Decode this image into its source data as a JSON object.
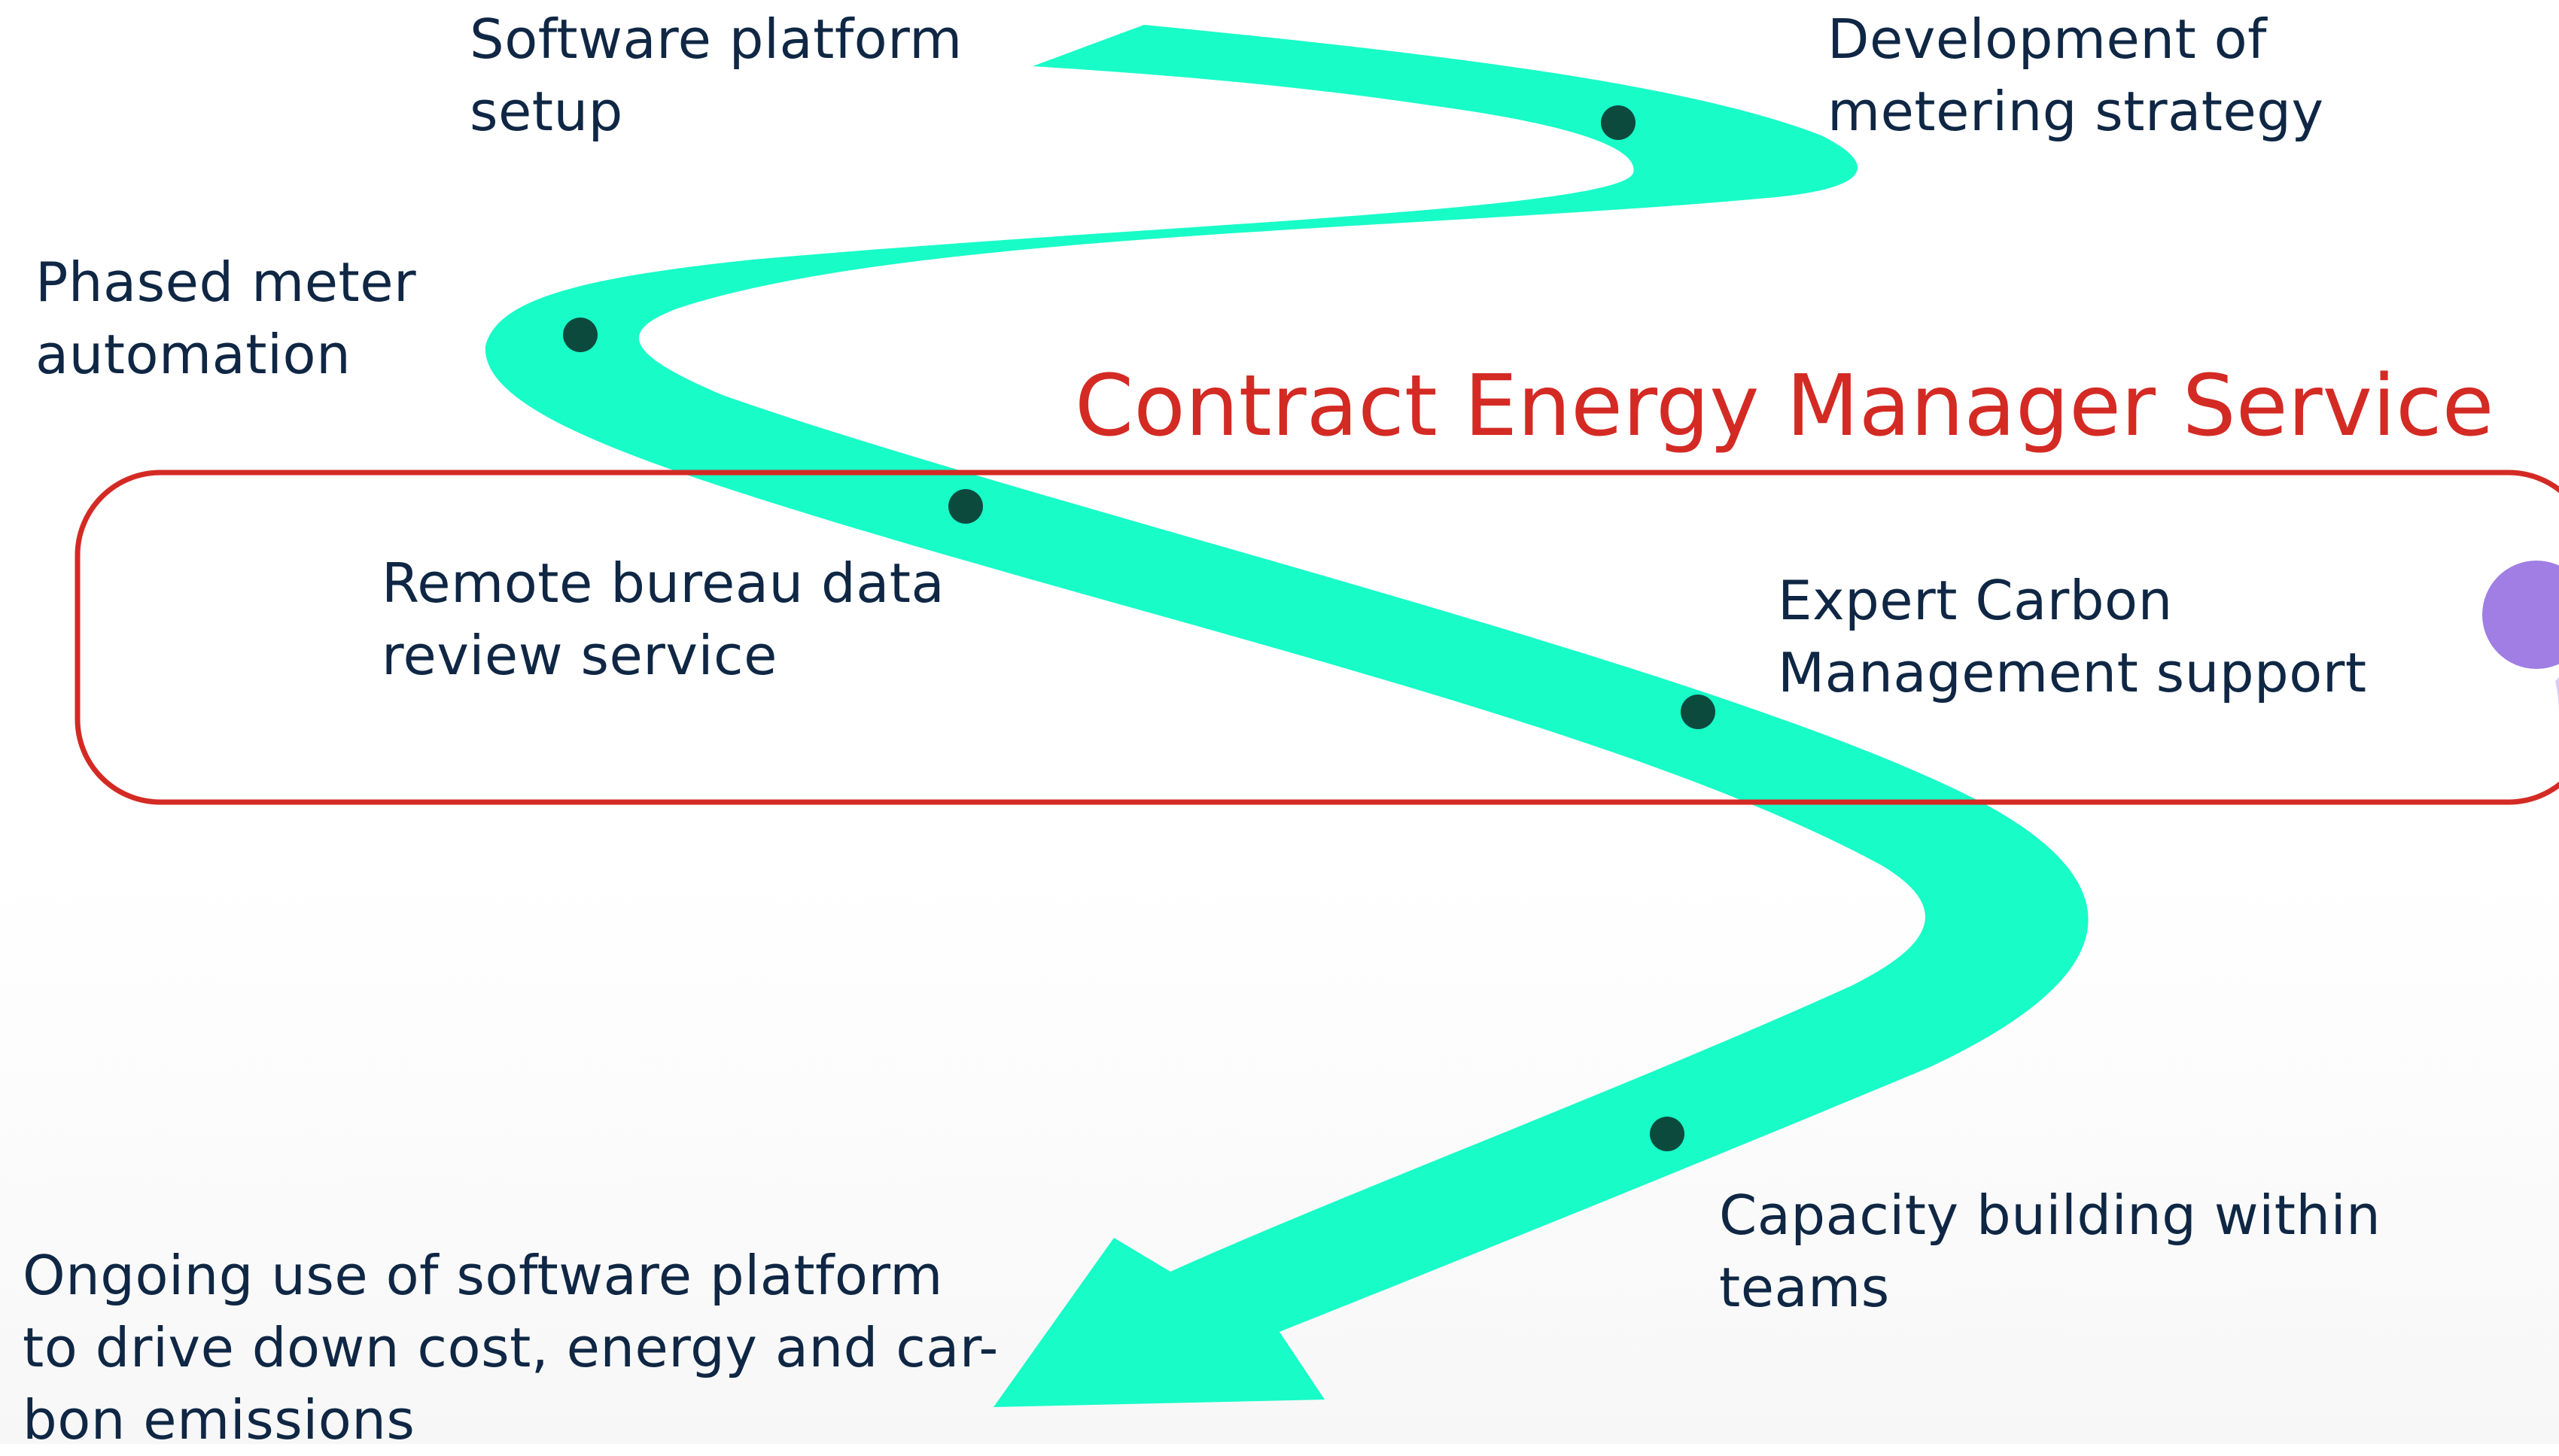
{
  "diagram": {
    "title": "Contract Energy Manager Service",
    "steps": [
      {
        "id": "software-platform-setup",
        "lines": [
          "Software platform",
          "setup"
        ]
      },
      {
        "id": "metering-strategy",
        "lines": [
          "Development of",
          "metering strategy"
        ]
      },
      {
        "id": "phased-meter-automation",
        "lines": [
          "Phased meter",
          "automation"
        ]
      },
      {
        "id": "remote-bureau",
        "lines": [
          "Remote bureau data",
          "review service"
        ]
      },
      {
        "id": "expert-carbon",
        "lines": [
          "Expert Carbon",
          "Management support"
        ]
      },
      {
        "id": "capacity-building",
        "lines": [
          "Capacity building within",
          "teams"
        ]
      },
      {
        "id": "ongoing-use",
        "lines": [
          "Ongoing use of software platform",
          "to drive down cost, energy and car-",
          "bon emissions"
        ]
      }
    ]
  },
  "colors": {
    "path": "#18fcc8",
    "dot": "#0d4a3e",
    "highlight": "#d42a24",
    "text": "#0f2744",
    "accent": "#a07ee4"
  }
}
